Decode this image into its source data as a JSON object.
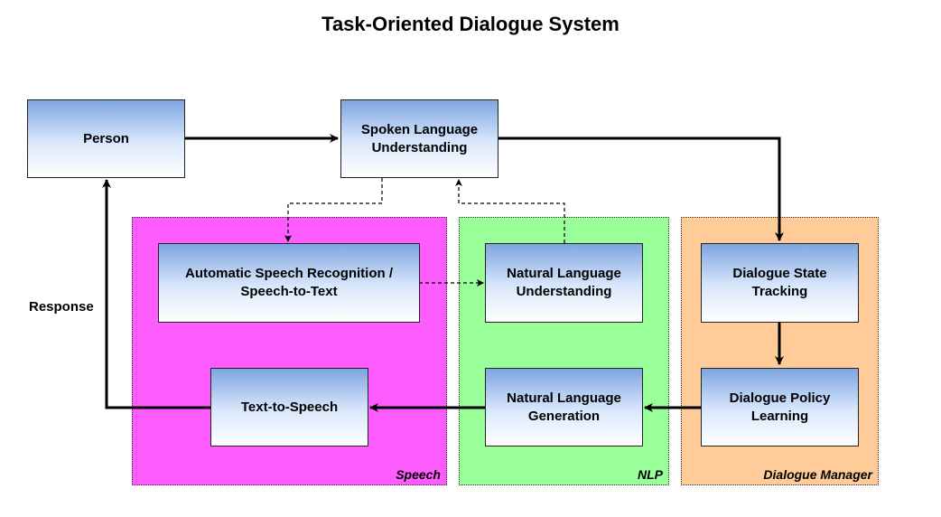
{
  "title": "Task-Oriented Dialogue System",
  "colors": {
    "speech_region": "#ff5cff",
    "nlp_region": "#99ff99",
    "dialogue_manager_region": "#ffcc99",
    "node_gradient_top": "#7ea6e0",
    "node_gradient_bottom": "#ffffff"
  },
  "regions": {
    "speech": "Speech",
    "nlp": "NLP",
    "dialogue_manager": "Dialogue Manager"
  },
  "nodes": {
    "person": "Person",
    "slu": "Spoken Language\nUnderstanding",
    "asr": "Automatic Speech Recognition /\nSpeech-to-Text",
    "tts": "Text-to-Speech",
    "nlu": "Natural Language\nUnderstanding",
    "nlg": "Natural Language\nGeneration",
    "dst": "Dialogue State\nTracking",
    "dpl": "Dialogue Policy\nLearning"
  },
  "edge_labels": {
    "response": "Response"
  }
}
